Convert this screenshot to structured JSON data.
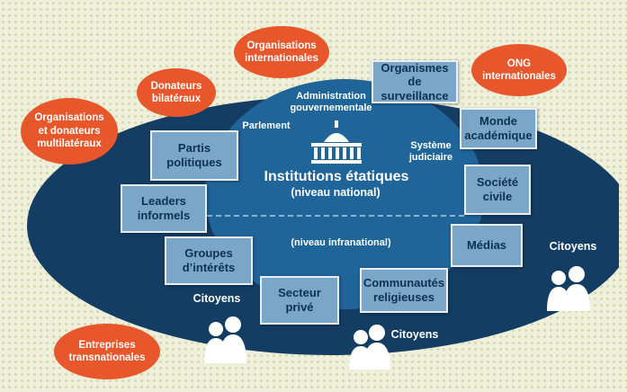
{
  "center": {
    "title": "Institutions étatiques",
    "national": "(niveau national)",
    "subnational": "(niveau infranational)"
  },
  "inner_labels": {
    "administration": "Administration\ngouvernementale",
    "parlement": "Parlement",
    "justice": "Système\njudiciaire"
  },
  "boxes": {
    "organismes": "Organismes\nde surveillance",
    "monde": "Monde\nacadémique",
    "societe": "Société\ncivile",
    "medias": "Médias",
    "communautes": "Communautés\nreligieuses",
    "secteur": "Secteur\nprivé",
    "groupes": "Groupes\nd’intérêts",
    "leaders": "Leaders\ninformels",
    "partis": "Partis\npolitiques"
  },
  "bubbles": {
    "orgs_int": "Organisations\ninternationales",
    "ong": "ONG\ninternationales",
    "bilateraux": "Donateurs\nbilatéraux",
    "multilateraux": "Organisations\net donateurs\nmultilatéraux",
    "entreprises": "Entreprises\ntransnationales"
  },
  "citoyens": {
    "left": "Citoyens",
    "bottom": "Citoyens",
    "right": "Citoyens"
  },
  "colors": {
    "outer": "#143d63",
    "inner": "#1f659a",
    "box": "#7aa7c7",
    "bubble": "#e8572b"
  },
  "icons": [
    "capitol-icon",
    "people-icon"
  ]
}
